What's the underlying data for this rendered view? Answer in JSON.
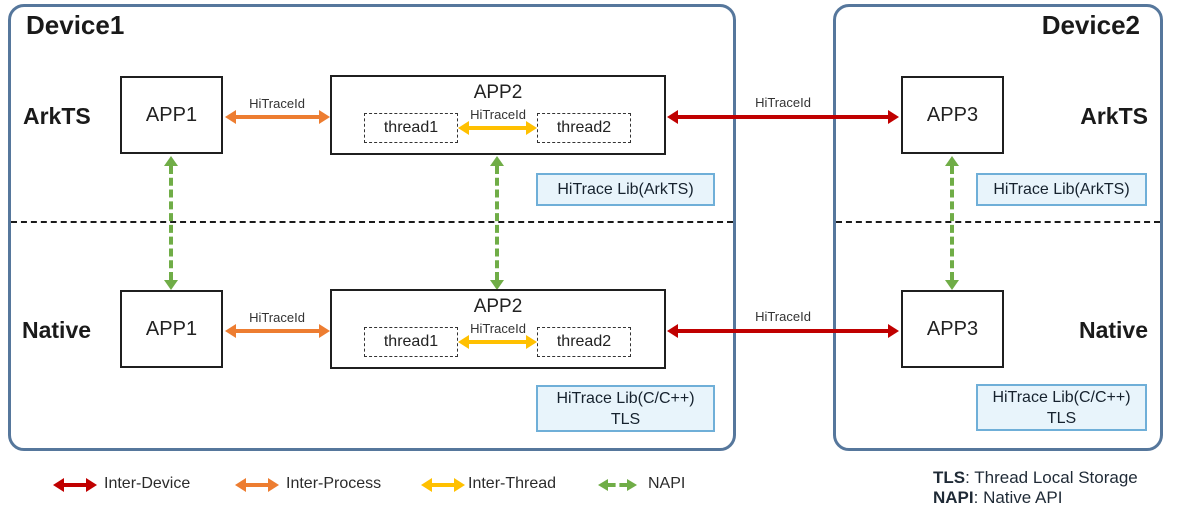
{
  "device1": {
    "title": "Device1",
    "arkts": {
      "row_label": "ArkTS",
      "app1": "APP1",
      "app2": {
        "title": "APP2",
        "thread1": "thread1",
        "thread2": "thread2",
        "thread_link_label": "HiTraceId"
      },
      "process_link_label": "HiTraceId",
      "lib": "HiTrace Lib(ArkTS)"
    },
    "native": {
      "row_label": "Native",
      "app1": "APP1",
      "app2": {
        "title": "APP2",
        "thread1": "thread1",
        "thread2": "thread2",
        "thread_link_label": "HiTraceId"
      },
      "process_link_label": "HiTraceId",
      "lib_line1": "HiTrace Lib(C/C++)",
      "lib_line2": "TLS"
    }
  },
  "device2": {
    "title": "Device2",
    "arkts": {
      "row_label": "ArkTS",
      "app3": "APP3",
      "lib": "HiTrace Lib(ArkTS)"
    },
    "native": {
      "row_label": "Native",
      "app3": "APP3",
      "lib_line1": "HiTrace Lib(C/C++)",
      "lib_line2": "TLS"
    }
  },
  "cross_device": {
    "arkts_link_label": "HiTraceId",
    "native_link_label": "HiTraceId"
  },
  "legend": {
    "items": [
      {
        "label": "Inter-Device",
        "color": "#C00000",
        "line_style": "solid"
      },
      {
        "label": "Inter-Process",
        "color": "#ED7D31",
        "line_style": "solid"
      },
      {
        "label": "Inter-Thread",
        "color": "#FFC000",
        "line_style": "solid"
      },
      {
        "label": "NAPI",
        "color": "#70AD47",
        "line_style": "dashed"
      }
    ]
  },
  "notes": [
    {
      "term": "TLS",
      "definition": ": Thread Local Storage"
    },
    {
      "term": "NAPI",
      "definition": ": Native API"
    }
  ],
  "colors": {
    "device_border": "#56779C",
    "inter_device": "#C00000",
    "inter_process": "#ED7D31",
    "inter_thread": "#FFC000",
    "napi": "#70AD47",
    "lib_fill": "#E8F4FB",
    "lib_border": "#6FAFD8"
  }
}
